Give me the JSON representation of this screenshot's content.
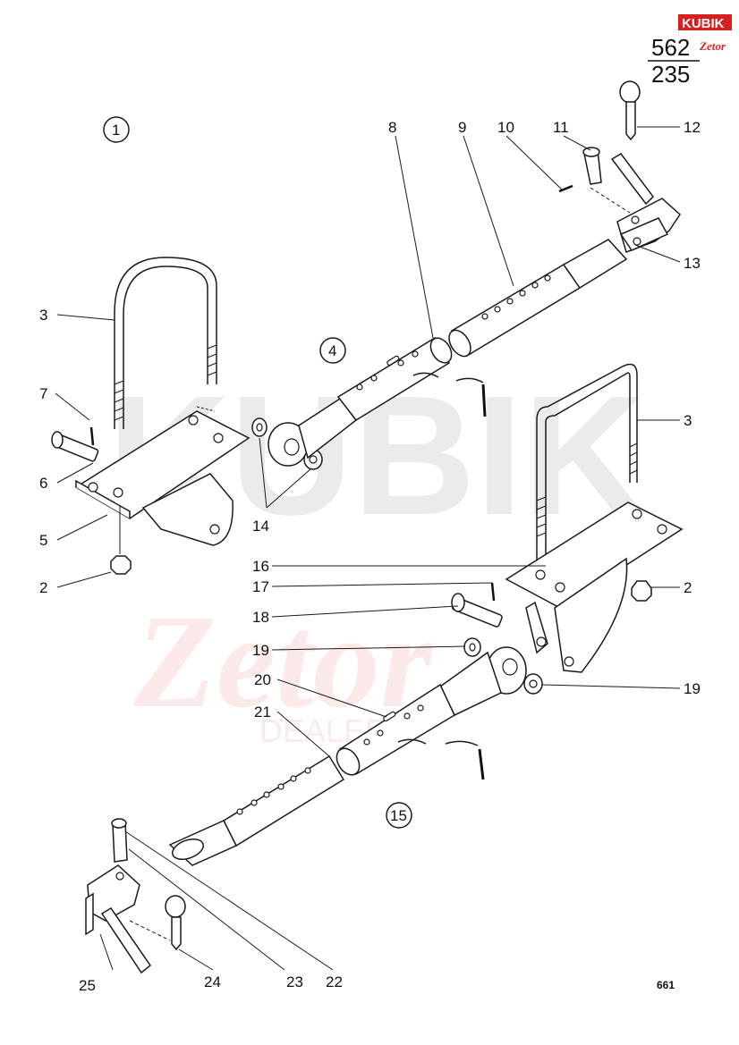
{
  "sheet": {
    "number_top": "562",
    "number_bottom": "235",
    "figure_code": "661"
  },
  "logo": {
    "brand": "KUBIK",
    "sub": "Zetor"
  },
  "assemblies": [
    {
      "id": "assembly-1",
      "label": "1"
    },
    {
      "id": "assembly-4",
      "label": "4"
    },
    {
      "id": "assembly-15",
      "label": "15"
    }
  ],
  "callouts": [
    {
      "id": "c3a",
      "label": "3"
    },
    {
      "id": "c7",
      "label": "7"
    },
    {
      "id": "c6",
      "label": "6"
    },
    {
      "id": "c5",
      "label": "5"
    },
    {
      "id": "c2a",
      "label": "2"
    },
    {
      "id": "c14",
      "label": "14"
    },
    {
      "id": "c8",
      "label": "8"
    },
    {
      "id": "c9",
      "label": "9"
    },
    {
      "id": "c10",
      "label": "10"
    },
    {
      "id": "c11",
      "label": "11"
    },
    {
      "id": "c12",
      "label": "12"
    },
    {
      "id": "c13",
      "label": "13"
    },
    {
      "id": "c3b",
      "label": "3"
    },
    {
      "id": "c16",
      "label": "16"
    },
    {
      "id": "c2b",
      "label": "2"
    },
    {
      "id": "c17",
      "label": "17"
    },
    {
      "id": "c18",
      "label": "18"
    },
    {
      "id": "c19a",
      "label": "19"
    },
    {
      "id": "c19b",
      "label": "19"
    },
    {
      "id": "c20",
      "label": "20"
    },
    {
      "id": "c21",
      "label": "21"
    },
    {
      "id": "c25",
      "label": "25"
    },
    {
      "id": "c24",
      "label": "24"
    },
    {
      "id": "c23",
      "label": "23"
    },
    {
      "id": "c22",
      "label": "22"
    }
  ],
  "watermark": {
    "main": "KUBIK",
    "sub": "Zetor",
    "dealer": "DEALER"
  }
}
